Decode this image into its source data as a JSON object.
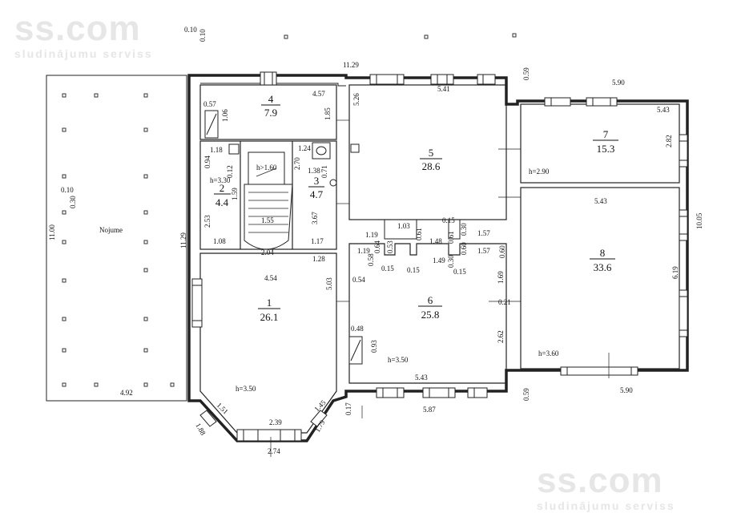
{
  "watermark": {
    "brand": "ss.com",
    "tagline": "sludinājumu serviss"
  },
  "terrace": {
    "label": "Nojume",
    "dims": [
      "11.00",
      "4.92",
      "0.10",
      "0.30",
      "11.29"
    ]
  },
  "rooms": [
    {
      "number": "1",
      "area": "26.1",
      "height": "h=3.50"
    },
    {
      "number": "2",
      "area": "4.4",
      "height": "h=3.30"
    },
    {
      "number": "3",
      "area": "4.7",
      "height": ""
    },
    {
      "number": "4",
      "area": "7.9",
      "height": ""
    },
    {
      "number": "5",
      "area": "28.6",
      "height": ""
    },
    {
      "number": "6",
      "area": "25.8",
      "height": "h=3.50"
    },
    {
      "number": "7",
      "area": "15.3",
      "height": "h=2.90"
    },
    {
      "number": "8",
      "area": "33.6",
      "height": "h=3.60"
    }
  ],
  "stair_label": "h>1.60",
  "dimensions": {
    "top_total": "11.29",
    "right_total": "10.05",
    "top_small_a": "0.10",
    "top_small_b": "0.10",
    "r4_width": "4.57",
    "r4_a": "0.57",
    "r4_b": "1.06",
    "r4_c": "1.85",
    "r2_a": "1.18",
    "r2_b": "0.94",
    "r2_c": "0.12",
    "r2_d": "1.59",
    "r2_e": "2.53",
    "r2_f": "1.08",
    "r3_a": "1.24",
    "r3_b": "2.70",
    "r3_c": "1.38",
    "r3_d": "0.71",
    "r3_e": "3.67",
    "r3_f": "1.17",
    "r3_g": "1.28",
    "stair_a": "1.55",
    "stair_b": "2.04",
    "r1_a": "4.54",
    "r1_b": "5.03",
    "r1_c": "0.54",
    "r1_d": "1.51",
    "r1_e": "1.45",
    "r1_f": "2.39",
    "r1_g": "1.88",
    "r1_h": "1.79",
    "r1_i": "2.74",
    "r5_a": "5.41",
    "r5_b": "5.26",
    "r5_c": "0.59",
    "r5_d": "1.19",
    "r5_e": "1.03",
    "r5_f": "0.61",
    "r5_g": "0.15",
    "r5_h": "0.30",
    "r5_i": "1.57",
    "r5_j": "1.48",
    "r5_k": "0.61",
    "r6_a": "1.19",
    "r6_b": "0.64",
    "r6_c": "0.53",
    "r6_d": "0.58",
    "r6_e": "0.15",
    "r6_f": "0.15",
    "r6_g": "1.49",
    "r6_h": "0.30",
    "r6_i": "0.60",
    "r6_j": "0.15",
    "r6_k": "1.57",
    "r6_l": "0.60",
    "r6_m": "1.69",
    "r6_n": "0.21",
    "r6_o": "2.62",
    "r6_p": "0.48",
    "r6_q": "0.93",
    "r6_r": "5.43",
    "r6_s": "5.87",
    "r6_t": "0.17",
    "r6_u": "0.59",
    "r7_a": "5.90",
    "r7_b": "5.43",
    "r7_c": "2.82",
    "r8_a": "5.43",
    "r8_b": "6.19",
    "r8_c": "5.90"
  }
}
